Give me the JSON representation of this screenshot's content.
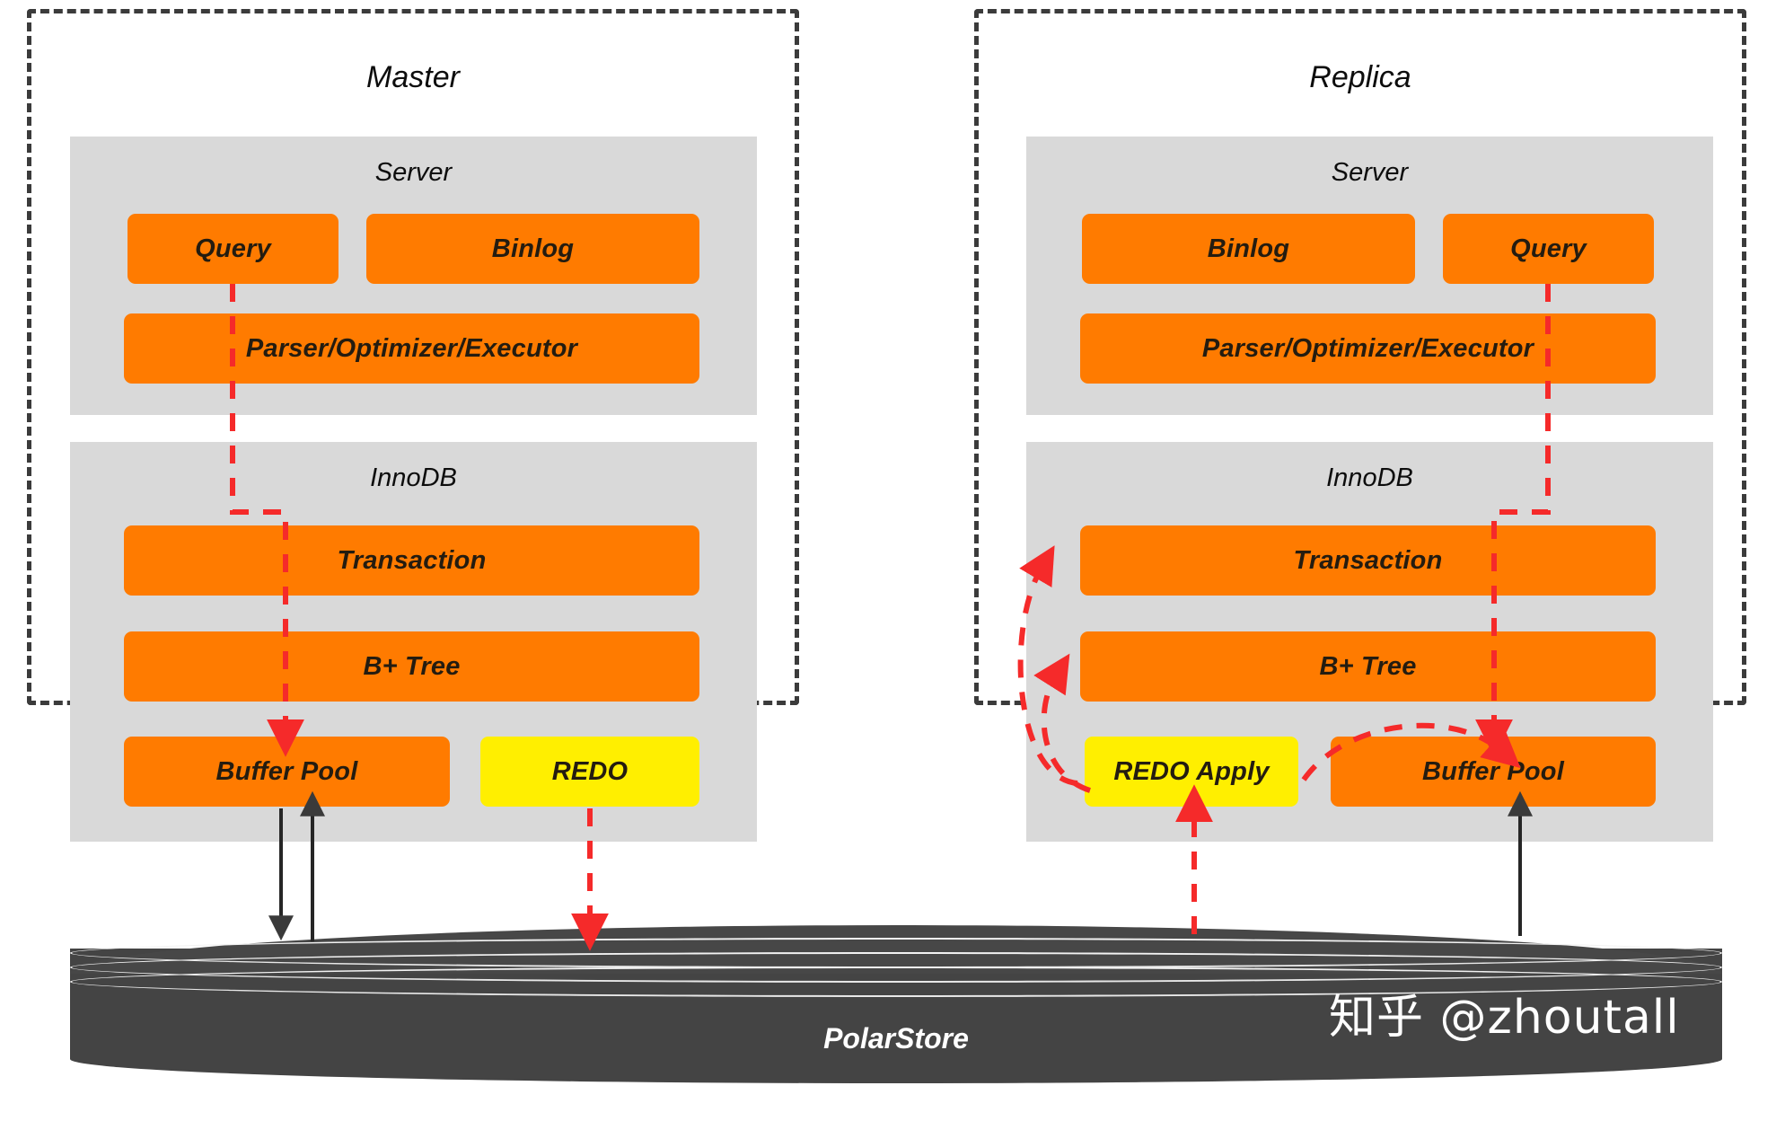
{
  "diagram": {
    "title": "PolarDB Master/Replica architecture over PolarStore",
    "watermark": "知乎 @zhoutall",
    "colors": {
      "component": "#ff7b00",
      "redo": "#ffef00",
      "layer_bg": "#d9d9d9",
      "panel_border": "#3b3b3b",
      "storage": "#444444",
      "redo_flow": "#f52a2a",
      "data_flow": "#262626"
    }
  },
  "nodes": [
    {
      "id": "master",
      "title": "Master",
      "layers": [
        {
          "id": "master-server",
          "title": "Server",
          "boxes": [
            {
              "label": "Query",
              "kind": "orange"
            },
            {
              "label": "Binlog",
              "kind": "orange"
            },
            {
              "label": "Parser/Optimizer/Executor",
              "kind": "orange"
            }
          ]
        },
        {
          "id": "master-innodb",
          "title": "InnoDB",
          "boxes": [
            {
              "label": "Transaction",
              "kind": "orange"
            },
            {
              "label": "B+ Tree",
              "kind": "orange"
            },
            {
              "label": "Buffer Pool",
              "kind": "orange"
            },
            {
              "label": "REDO",
              "kind": "yellow"
            }
          ]
        }
      ]
    },
    {
      "id": "replica",
      "title": "Replica",
      "layers": [
        {
          "id": "replica-server",
          "title": "Server",
          "boxes": [
            {
              "label": "Binlog",
              "kind": "orange"
            },
            {
              "label": "Query",
              "kind": "orange"
            },
            {
              "label": "Parser/Optimizer/Executor",
              "kind": "orange"
            }
          ]
        },
        {
          "id": "replica-innodb",
          "title": "InnoDB",
          "boxes": [
            {
              "label": "Transaction",
              "kind": "orange"
            },
            {
              "label": "B+ Tree",
              "kind": "orange"
            },
            {
              "label": "REDO Apply",
              "kind": "yellow"
            },
            {
              "label": "Buffer Pool",
              "kind": "orange"
            }
          ]
        }
      ]
    }
  ],
  "storage": {
    "label": "PolarStore"
  },
  "flows": [
    {
      "id": "master-query-path",
      "style": "dashed",
      "color": "#f52a2a",
      "from": "Query",
      "to": "Buffer Pool"
    },
    {
      "id": "master-redo-write",
      "style": "dashed",
      "color": "#f52a2a",
      "from": "REDO",
      "to": "PolarStore"
    },
    {
      "id": "master-bp-flush",
      "style": "solid",
      "color": "#262626",
      "from": "Buffer Pool",
      "to": "PolarStore"
    },
    {
      "id": "master-bp-read",
      "style": "solid",
      "color": "#262626",
      "from": "PolarStore",
      "to": "Buffer Pool"
    },
    {
      "id": "replica-redo-read",
      "style": "dashed",
      "color": "#f52a2a",
      "from": "PolarStore",
      "to": "REDO Apply"
    },
    {
      "id": "replica-apply-txn",
      "style": "dashed",
      "color": "#f52a2a",
      "from": "REDO Apply",
      "to": "Transaction"
    },
    {
      "id": "replica-apply-btree",
      "style": "dashed",
      "color": "#f52a2a",
      "from": "REDO Apply",
      "to": "B+ Tree"
    },
    {
      "id": "replica-apply-bp",
      "style": "dashed",
      "color": "#f52a2a",
      "from": "REDO Apply",
      "to": "Buffer Pool"
    },
    {
      "id": "replica-query-path",
      "style": "dashed",
      "color": "#f52a2a",
      "from": "Query",
      "to": "Buffer Pool"
    },
    {
      "id": "replica-bp-read",
      "style": "solid",
      "color": "#262626",
      "from": "PolarStore",
      "to": "Buffer Pool"
    }
  ]
}
